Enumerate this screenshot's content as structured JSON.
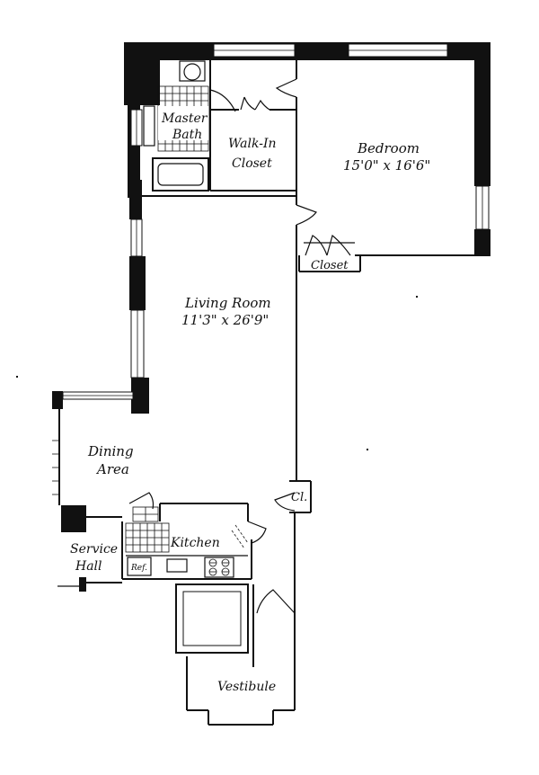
{
  "rooms": {
    "master_bath": {
      "line1": "Master",
      "line2": "Bath"
    },
    "walk_in_closet": {
      "line1": "Walk-In",
      "line2": "Closet"
    },
    "bedroom": {
      "name": "Bedroom",
      "dims": "15'0\" x 16'6\""
    },
    "closet": {
      "name": "Closet"
    },
    "living_room": {
      "name": "Living Room",
      "dims": "11'3\" x 26'9\""
    },
    "dining_area": {
      "line1": "Dining",
      "line2": "Area"
    },
    "cl": {
      "name": "Cl."
    },
    "service_hall": {
      "line1": "Service",
      "line2": "Hall"
    },
    "kitchen": {
      "name": "Kitchen"
    },
    "ref": {
      "name": "Ref."
    },
    "vestibule": {
      "name": "Vestibule"
    }
  }
}
